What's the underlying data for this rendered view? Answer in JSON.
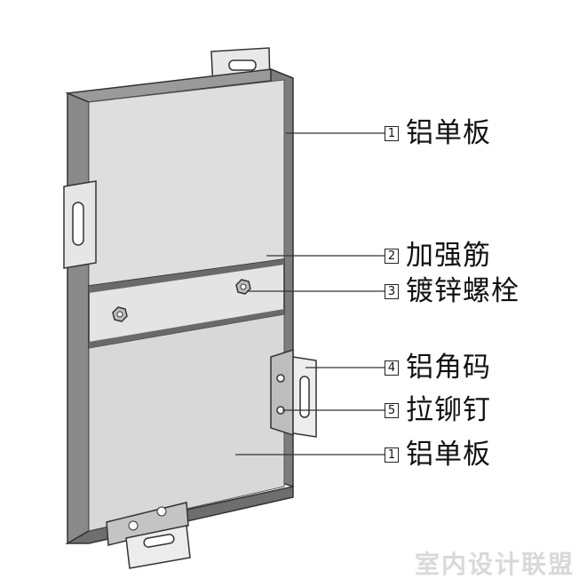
{
  "callouts": [
    {
      "number": "1",
      "label": "铝单板"
    },
    {
      "number": "2",
      "label": "加强筋"
    },
    {
      "number": "3",
      "label": "镀锌螺栓"
    },
    {
      "number": "4",
      "label": "铝角码"
    },
    {
      "number": "5",
      "label": "拉铆钉"
    },
    {
      "number": "1",
      "label": "铝单板"
    }
  ],
  "watermark": "室内设计联盟",
  "colors": {
    "panel_face": "#dcdcdc",
    "panel_edge": "#8c8c8c",
    "bracket": "#e6e6e6",
    "outline": "#333333",
    "leader": "#333333"
  }
}
